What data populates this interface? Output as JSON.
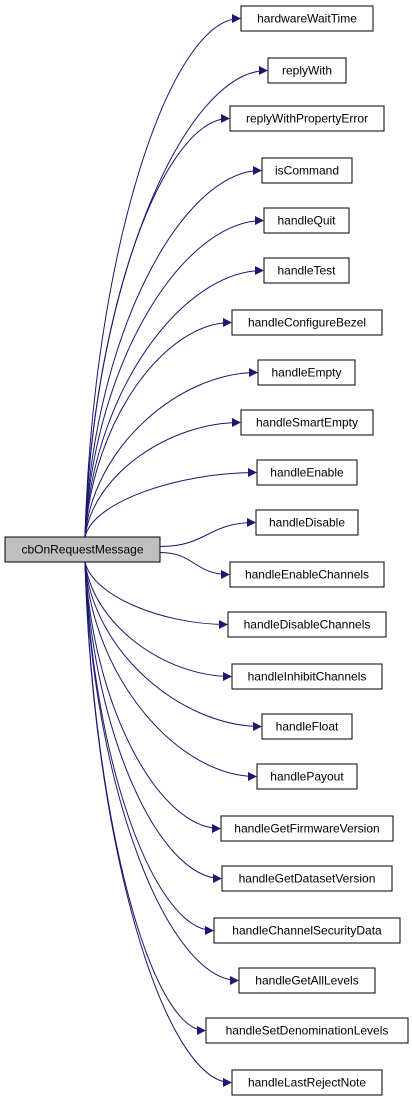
{
  "diagram": {
    "type": "call-graph",
    "root": {
      "label": "cbOnRequestMessage",
      "fill": "#bfbfbf"
    },
    "callees": [
      "hardwareWaitTime",
      "replyWith",
      "replyWithPropertyError",
      "isCommand",
      "handleQuit",
      "handleTest",
      "handleConfigureBezel",
      "handleEmpty",
      "handleSmartEmpty",
      "handleEnable",
      "handleDisable",
      "handleEnableChannels",
      "handleDisableChannels",
      "handleInhibitChannels",
      "handleFloat",
      "handlePayout",
      "handleGetFirmwareVersion",
      "handleGetDatasetVersion",
      "handleChannelSecurityData",
      "handleGetAllLevels",
      "handleSetDenominationLevels",
      "handleLastRejectNote"
    ],
    "colors": {
      "edge": "#191970",
      "node_border": "#000000",
      "node_fill": "#ffffff",
      "root_fill": "#bfbfbf"
    }
  }
}
